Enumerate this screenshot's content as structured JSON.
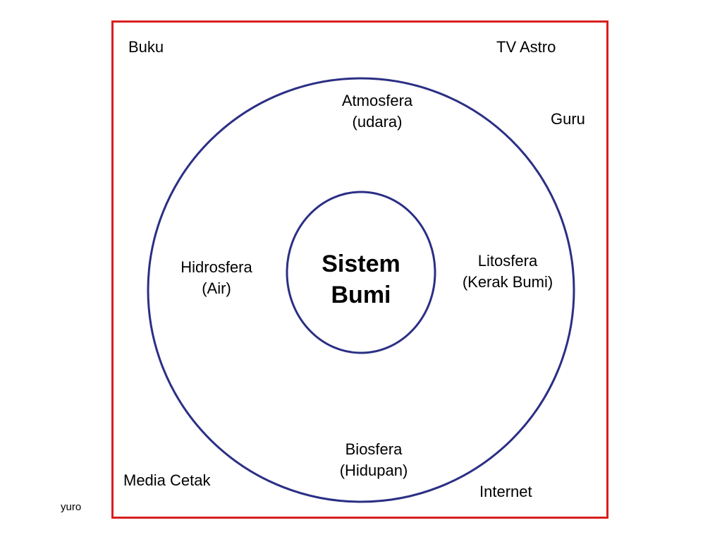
{
  "colors": {
    "frame": "#d81e1e",
    "rings": "#2b2f84",
    "text": "#000000"
  },
  "core": {
    "line1": "Sistem",
    "line2": "Bumi"
  },
  "spheres": {
    "atmosfera": {
      "line1": "Atmosfera",
      "line2": "(udara)"
    },
    "hidrosfera": {
      "line1": "Hidrosfera",
      "line2": "(Air)"
    },
    "litosfera": {
      "line1": "Litosfera",
      "line2": "(Kerak Bumi)"
    },
    "biosfera": {
      "line1": "Biosfera",
      "line2": "(Hidupan)"
    }
  },
  "sources": {
    "buku": "Buku",
    "tv_astro": "TV Astro",
    "guru": "Guru",
    "media_cetak": "Media Cetak",
    "internet": "Internet"
  },
  "watermark": "yuro"
}
